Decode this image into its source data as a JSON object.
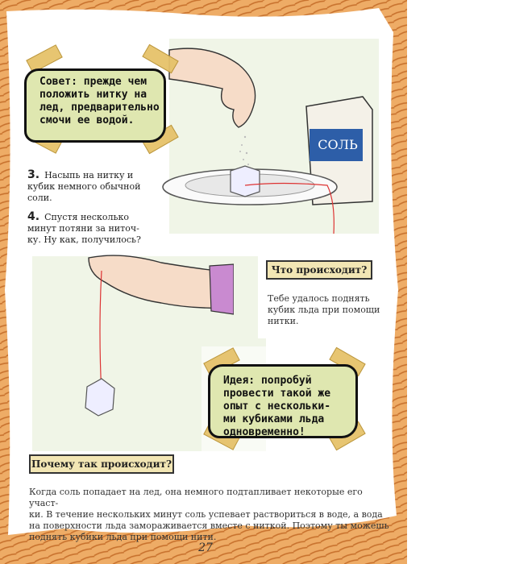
{
  "tip": {
    "lines": [
      "Совет: прежде чем",
      "положить нитку на",
      "лед, предварительно",
      "смочи ее водой."
    ]
  },
  "steps": [
    {
      "number": "3.",
      "lines": [
        "Насыпь на нитку и",
        "кубик немного обычной",
        "соли."
      ]
    },
    {
      "number": "4.",
      "lines": [
        "Спустя несколько",
        "минут потяни за ниточ-",
        "ку. Ну как, получилось?"
      ]
    }
  ],
  "salt_box_label": "СОЛЬ",
  "what_happens": {
    "heading": "Что происходит?",
    "lines": [
      "Тебе удалось поднять",
      "кубик льда при помощи",
      "нитки."
    ]
  },
  "idea": {
    "lines": [
      "Идея: попробуй",
      "провести такой же",
      "опыт с нескольки-",
      "ми кубиками льда",
      "одновременно!"
    ]
  },
  "why": {
    "heading": "Почему так происходит?",
    "lines": [
      "Когда соль попадает на лед, она немного подтапливает некоторые его участ-",
      "ки. В течение нескольких минут соль успевает раствориться в воде, а вода",
      "на поверхности льда замораживается вместе с ниткой. Поэтому ты можешь",
      "поднять кубики льда при помощи нити."
    ]
  },
  "page_number": "27",
  "colors": {
    "wood": "#e9a25a",
    "wood_dark": "#c8722e",
    "note_bg": "#dfe7b0",
    "panel": "#eef4e4"
  }
}
